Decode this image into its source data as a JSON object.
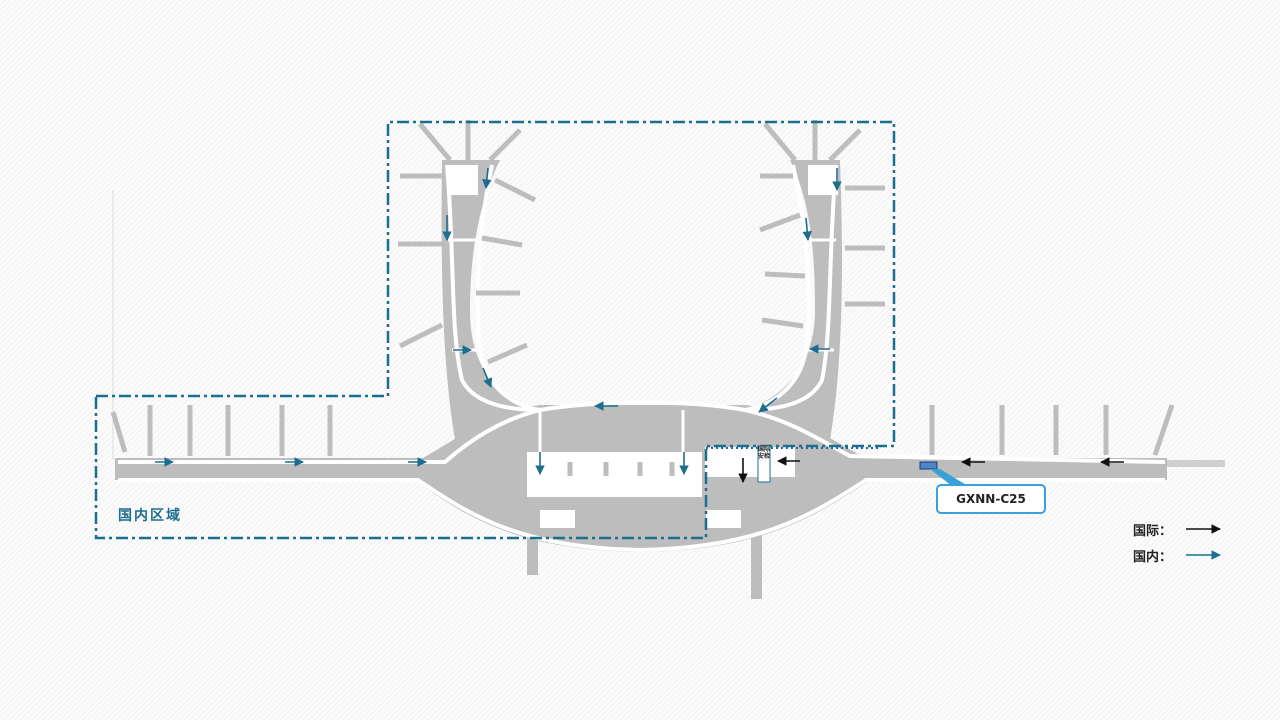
{
  "map": {
    "zone_label": "国内区域",
    "callout_label": "GXNN-C25",
    "security_label": "国际安检",
    "legend": [
      {
        "label": "国际：",
        "color": "#111111",
        "meaning": "international-flow"
      },
      {
        "label": "国内：",
        "color": "#1b6e8f",
        "meaning": "domestic-flow"
      }
    ]
  },
  "colors": {
    "building": "#bdbdbd",
    "corridor": "#ffffff",
    "domestic_boundary": "#1b6e8f",
    "international_arrow": "#111111",
    "domestic_arrow": "#1b6e8f",
    "callout_border": "#3aa0d8",
    "marker_fill": "#4a86c8"
  }
}
